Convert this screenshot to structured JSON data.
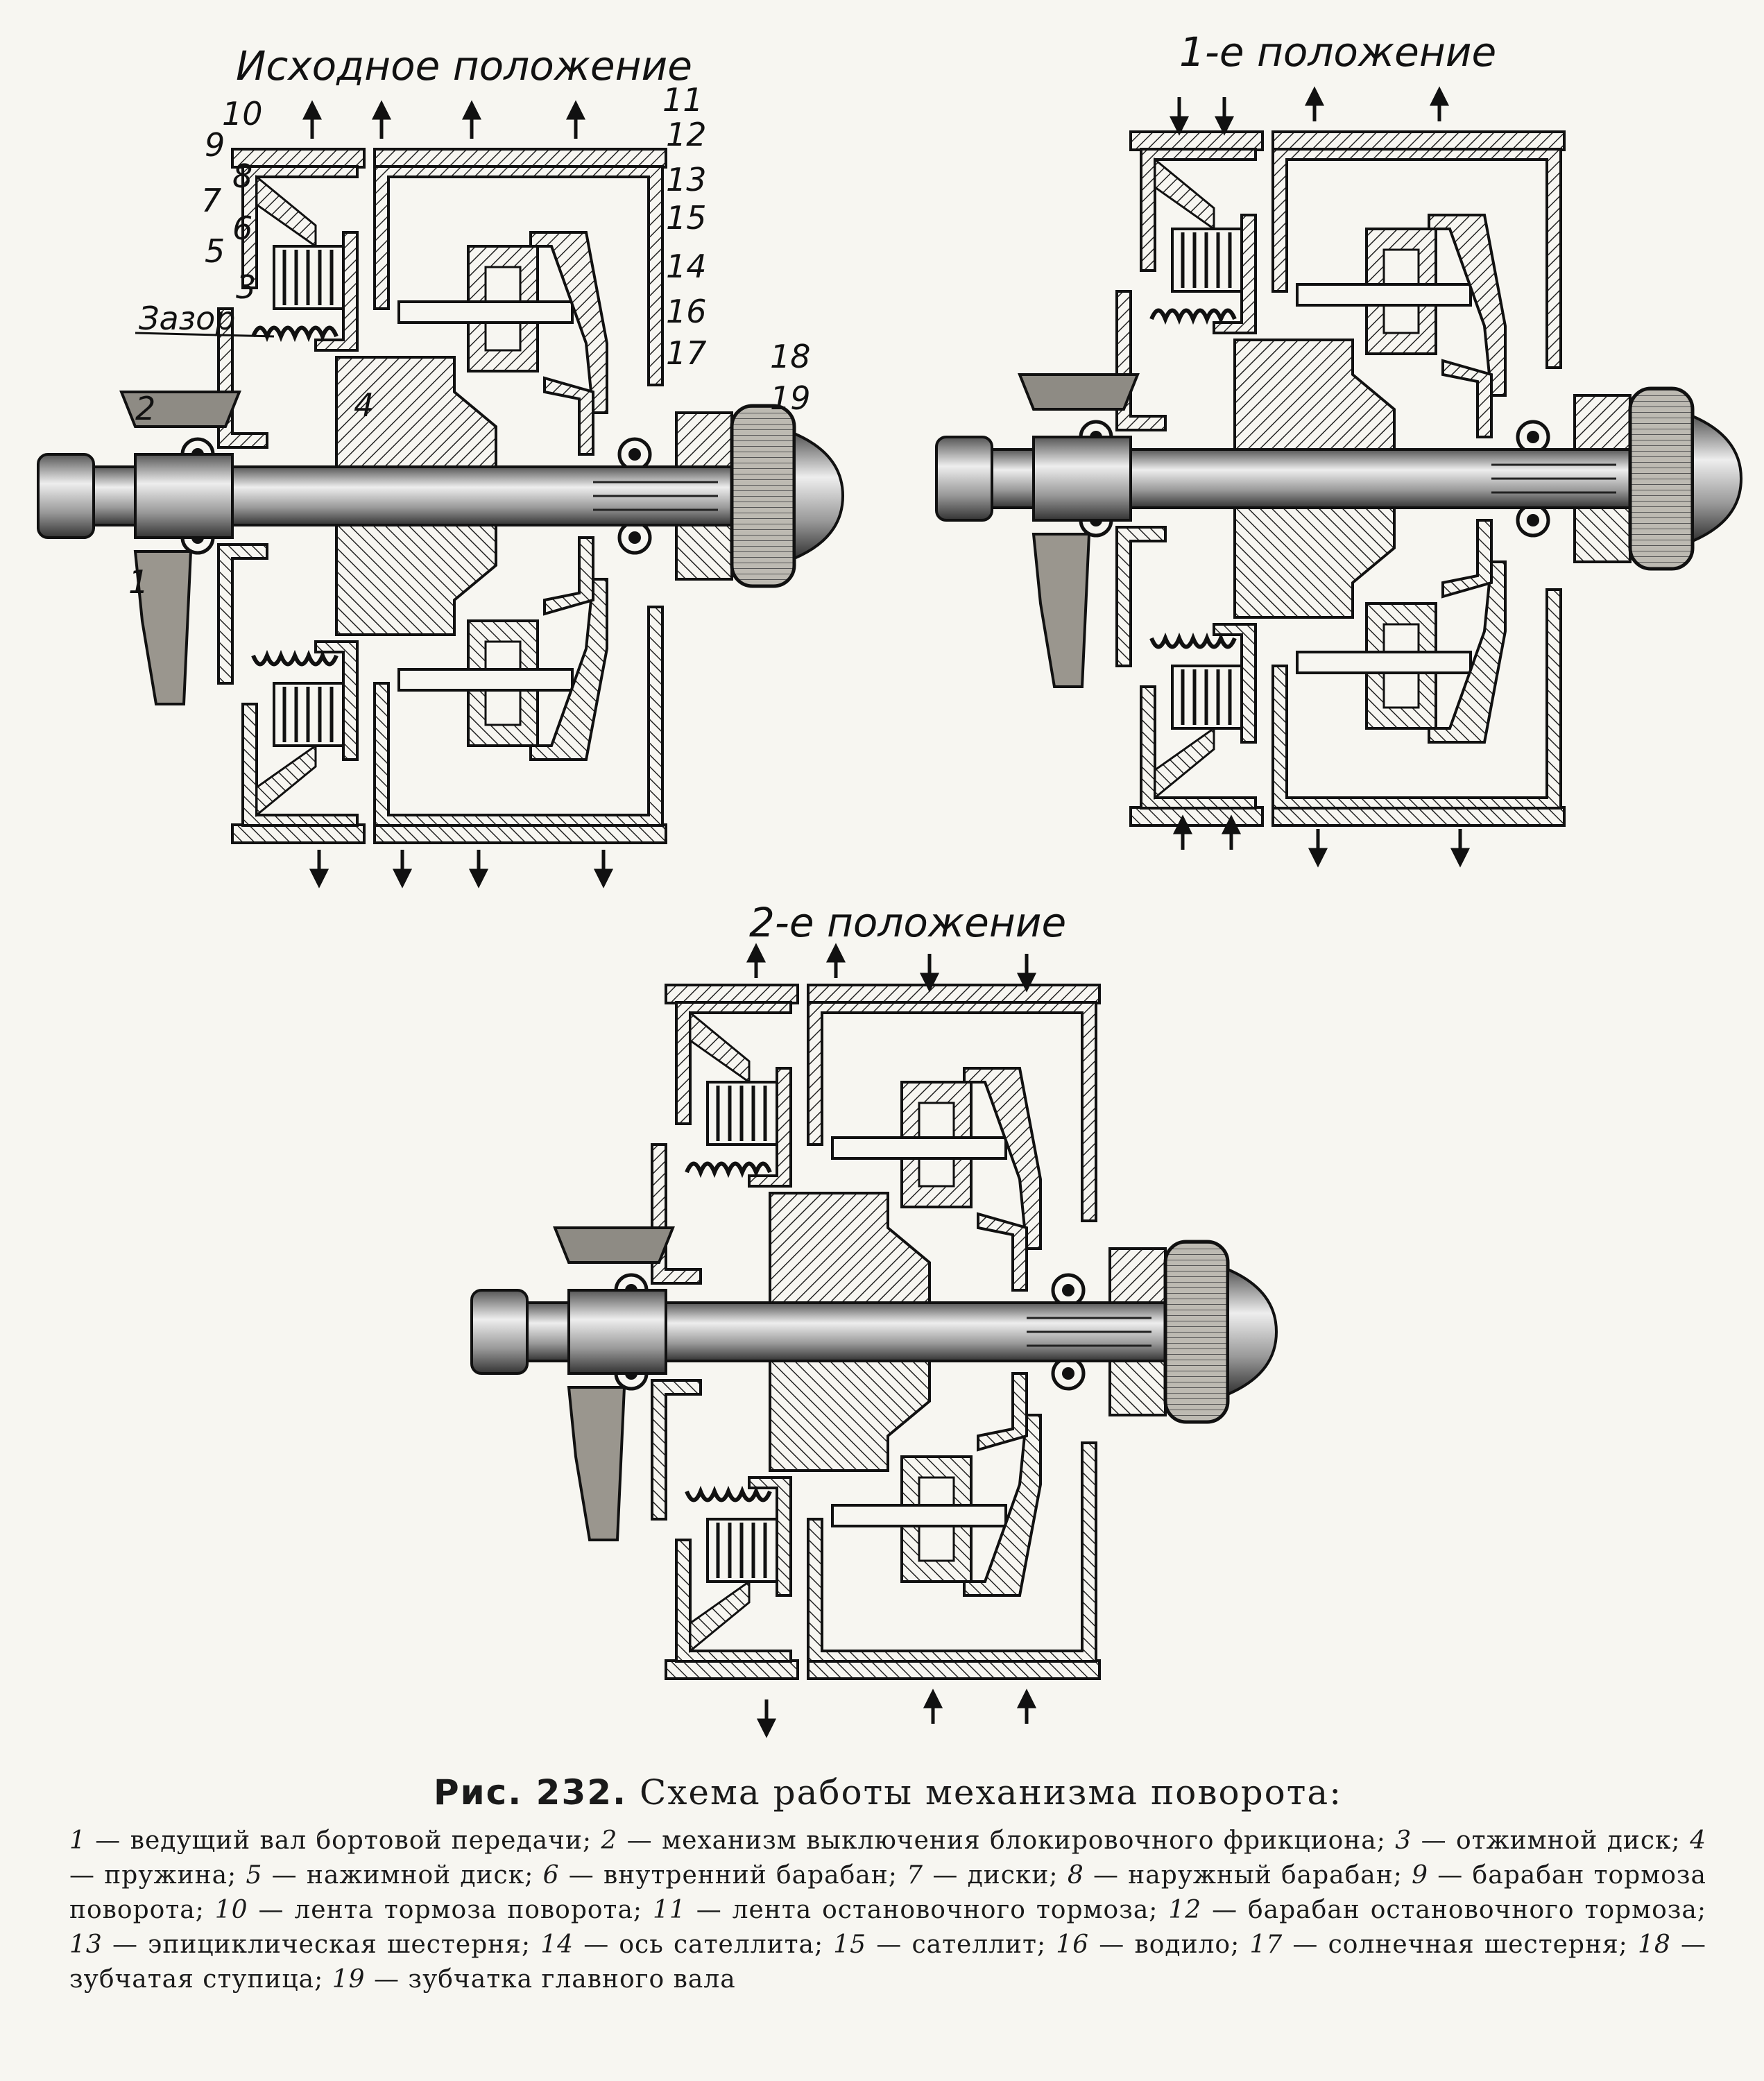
{
  "figure": {
    "panels": [
      {
        "id": "initial",
        "title": "Исходное положение"
      },
      {
        "id": "first",
        "title": "1-е положение"
      },
      {
        "id": "second",
        "title": "2-е положение"
      }
    ],
    "gap_label": "Зазор",
    "callouts": [
      "1",
      "2",
      "3",
      "4",
      "5",
      "6",
      "7",
      "8",
      "9",
      "10",
      "11",
      "12",
      "13",
      "14",
      "15",
      "16",
      "17",
      "18",
      "19"
    ]
  },
  "caption": {
    "fig_label": "Рис. 232.",
    "title": "Схема работы механизма поворота:",
    "legend": [
      {
        "num": "1",
        "text": "ведущий вал бортовой передачи"
      },
      {
        "num": "2",
        "text": "механизм выключения блокировочного фрикциона"
      },
      {
        "num": "3",
        "text": "отжимной диск"
      },
      {
        "num": "4",
        "text": "пружина"
      },
      {
        "num": "5",
        "text": "нажимной диск"
      },
      {
        "num": "6",
        "text": "внутренний барабан"
      },
      {
        "num": "7",
        "text": "диски"
      },
      {
        "num": "8",
        "text": "наружный барабан"
      },
      {
        "num": "9",
        "text": "барабан тормоза поворота"
      },
      {
        "num": "10",
        "text": "лента тормоза поворота"
      },
      {
        "num": "11",
        "text": "лента остановочного тормоза"
      },
      {
        "num": "12",
        "text": "барабан остановочного тормоза"
      },
      {
        "num": "13",
        "text": "эпициклическая шестерня"
      },
      {
        "num": "14",
        "text": "ось сателлита"
      },
      {
        "num": "15",
        "text": "сателлит"
      },
      {
        "num": "16",
        "text": "водило"
      },
      {
        "num": "17",
        "text": "солнечная шестерня"
      },
      {
        "num": "18",
        "text": "зубчатая ступица"
      },
      {
        "num": "19",
        "text": "зубчатка главного вала"
      }
    ]
  }
}
